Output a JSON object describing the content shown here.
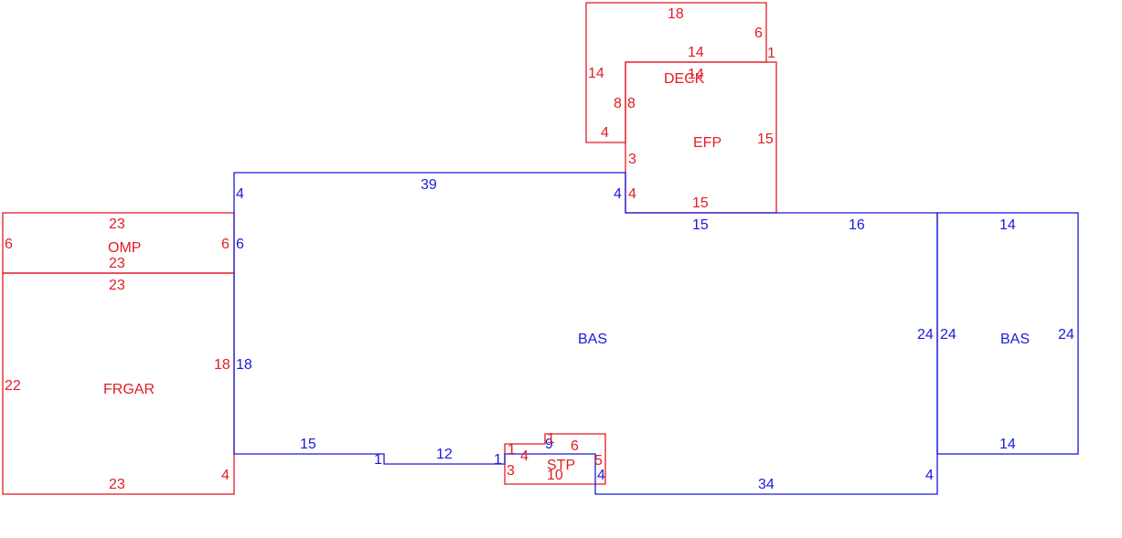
{
  "colors": {
    "red": "#e31b23",
    "blue": "#1a1adb"
  },
  "areas": {
    "deck": "DECK",
    "efp": "EFP",
    "omp": "OMP",
    "frgar": "FRGAR",
    "bas_main": "BAS",
    "bas_right": "BAS",
    "stp": "STP"
  },
  "dims": {
    "deck_top": "18",
    "deck_right_upper": "6",
    "deck_step": "1",
    "deck_inner_top": "14",
    "deck_left": "14",
    "deck_lower_left": "8",
    "deck_bottom": "4",
    "deck_overlap": "14",
    "efp_left": "8",
    "efp_right": "15",
    "efp_left_lower": "3",
    "efp_left_bottom": "4",
    "efp_bottom": "15",
    "bas_top": "39",
    "bas_left_top": "4",
    "bas_step_right": "4",
    "bas_top_right_a": "15",
    "bas_top_right_b": "16",
    "bas_left_mid": "6",
    "bas_left_lower": "18",
    "bas_right": "24",
    "bas_bottom_left": "15",
    "bas_notch_a": "1",
    "bas_notch_mid": "12",
    "bas_notch_b": "1",
    "bas_stp_a": "9",
    "bas_stp_b": "4",
    "bas_bottom": "34",
    "bas_bottom_right": "4",
    "omp_top": "23",
    "omp_left": "6",
    "omp_right": "6",
    "omp_bottom": "23",
    "frgar_top": "23",
    "frgar_left": "22",
    "frgar_right": "18",
    "frgar_bottom": "23",
    "frgar_right_lower": "4",
    "stp_a": "1",
    "stp_b": "4",
    "stp_c": "1",
    "stp_d": "6",
    "stp_e": "5",
    "stp_f": "3",
    "stp_g": "10",
    "bas2_top": "14",
    "bas2_left": "24",
    "bas2_right": "24",
    "bas2_bottom": "14"
  }
}
